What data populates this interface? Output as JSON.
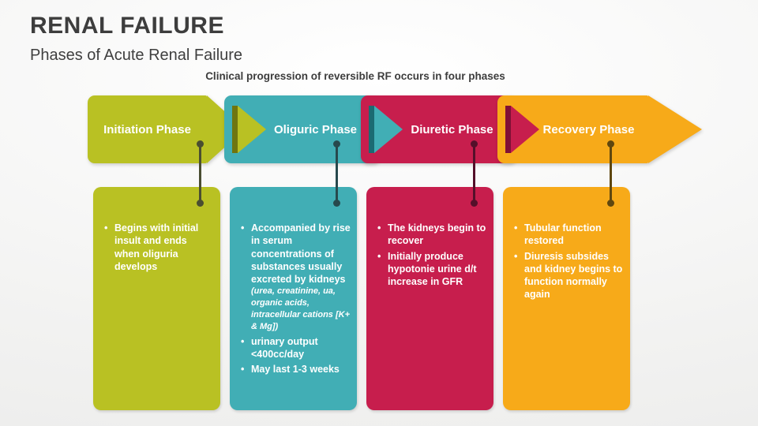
{
  "header": {
    "title": "RENAL FAILURE",
    "subtitle": "Phases of Acute Renal Failure",
    "caption": "Clinical progression of reversible RF occurs in four phases"
  },
  "colors": {
    "initiation": "#b9c123",
    "oliguric": "#41aeb5",
    "diuretic": "#c71e4d",
    "recovery": "#f7aa19",
    "title_text": "#3d3d3d",
    "box_text": "#ffffff"
  },
  "phases": [
    {
      "label": "Initiation Phase",
      "color": "#b9c123",
      "connector_color": "#4a4e31",
      "bullets": [
        {
          "text": "Begins with initial insult and ends when oliguria develops"
        }
      ]
    },
    {
      "label": "Oliguric Phase",
      "color": "#41aeb5",
      "connector_color": "#27494d",
      "marker_color": "#b9c123",
      "bullets": [
        {
          "text": "Accompanied by rise in serum concentrations of substances usually excreted by kidneys",
          "note": "(urea, creatinine, ua, organic acids, intracellular cations [K+ & Mg])"
        },
        {
          "text": "urinary output <400cc/day"
        },
        {
          "text": "May last 1-3 weeks"
        }
      ]
    },
    {
      "label": "Diuretic Phase",
      "color": "#c71e4d",
      "connector_color": "#54102a",
      "marker_color": "#41aeb5",
      "bullets": [
        {
          "text": "The kidneys begin to recover"
        },
        {
          "text": "Initially produce hypotonie urine d/t increase in GFR"
        }
      ]
    },
    {
      "label": "Recovery Phase",
      "color": "#f7aa19",
      "connector_color": "#5f470f",
      "marker_color": "#c71e4d",
      "bullets": [
        {
          "text": "Tubular function restored"
        },
        {
          "text": "Diuresis subsides and kidney begins to function normally again"
        }
      ]
    }
  ]
}
